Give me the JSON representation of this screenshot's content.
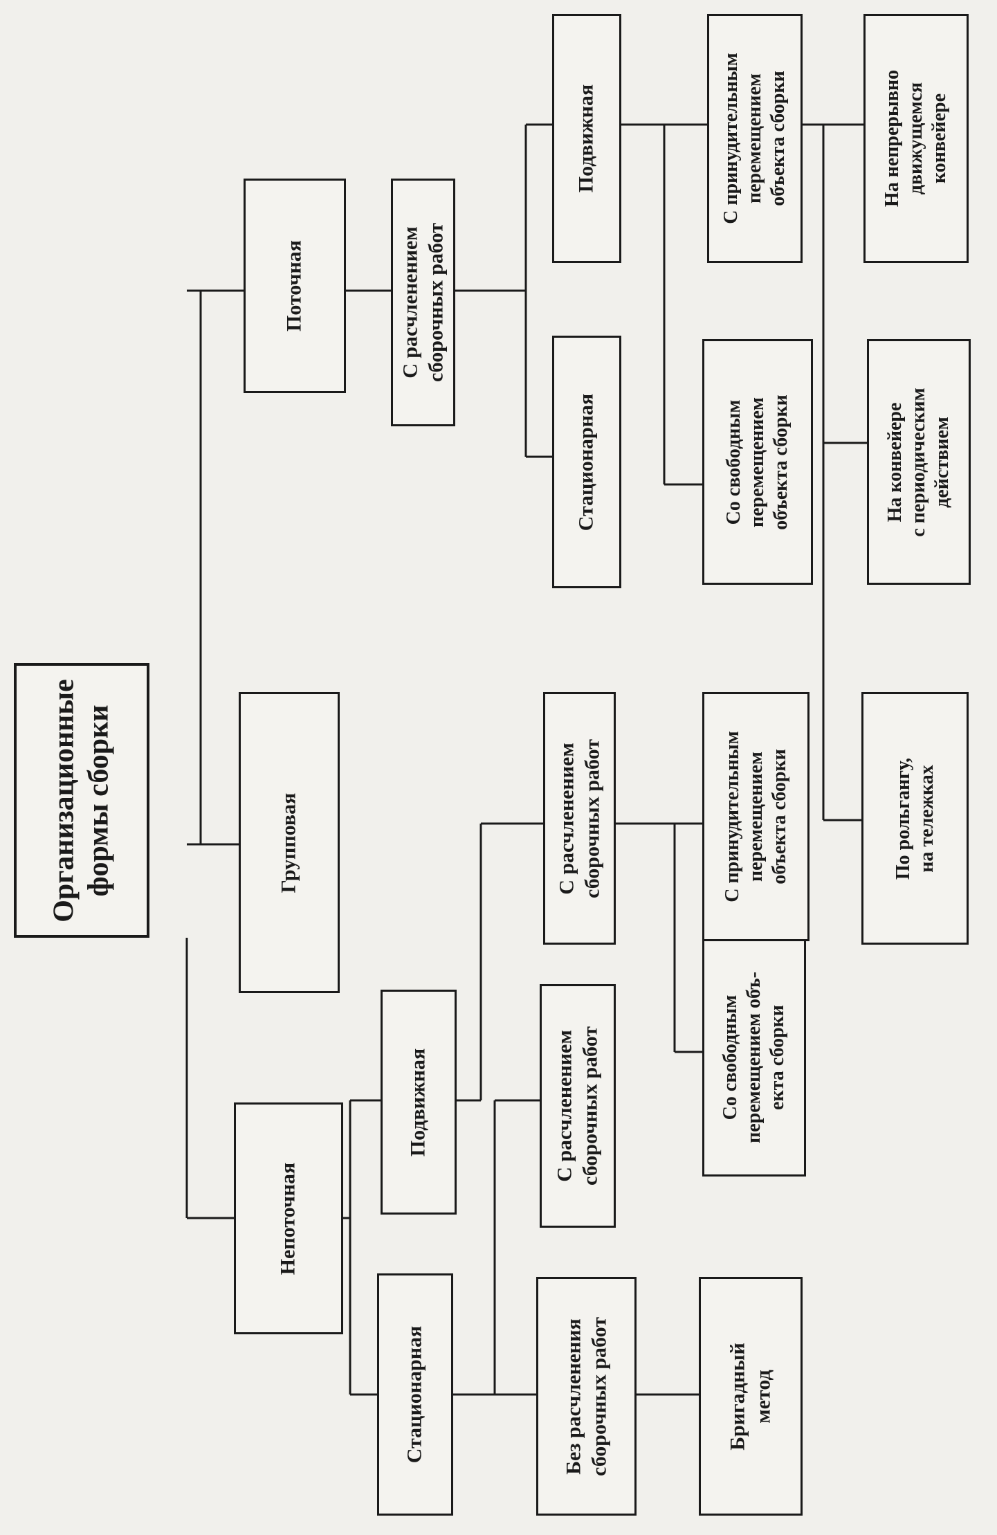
{
  "root": {
    "lines": [
      "Организационные",
      "формы сборки"
    ]
  },
  "level1": {
    "nonflow": {
      "lines": [
        "Непоточная"
      ]
    },
    "group": {
      "lines": [
        "Групповая"
      ]
    },
    "flow": {
      "lines": [
        "Поточная"
      ]
    }
  },
  "nonflow_children": {
    "stationary": {
      "lines": [
        "Стационарная"
      ]
    },
    "mobile": {
      "lines": [
        "Подвижная"
      ]
    }
  },
  "nonflow_stationary_children": {
    "without_division": {
      "lines": [
        "Без расчленения",
        "сборочных работ"
      ]
    },
    "with_division": {
      "lines": [
        "С расчленением",
        "сборочных работ"
      ]
    }
  },
  "nonflow_mobile_children": {
    "with_division": {
      "lines": [
        "С расчленением",
        "сборочных работ"
      ]
    }
  },
  "brigade": {
    "lines": [
      "Бригадный",
      "метод"
    ]
  },
  "free_movement_a": {
    "lines": [
      "Со свободным",
      "перемещением объ-",
      "екта сборки"
    ]
  },
  "forced_movement_a": {
    "lines": [
      "С принудительным",
      "перемещением",
      "объекта сборки"
    ]
  },
  "flow_children": {
    "with_division": {
      "lines": [
        "С расчленением",
        "сборочных работ"
      ]
    }
  },
  "flow_division_children": {
    "stationary": {
      "lines": [
        "Стационарная"
      ]
    },
    "mobile": {
      "lines": [
        "Подвижная"
      ]
    }
  },
  "free_movement_b": {
    "lines": [
      "Со свободным",
      "перемещением",
      "объекта сборки"
    ]
  },
  "forced_movement_b": {
    "lines": [
      "С принудительным",
      "перемещением",
      "объекта сборки"
    ]
  },
  "roller_conveyor": {
    "lines": [
      "По рольгангу,",
      "на тележках"
    ]
  },
  "periodic_conveyor": {
    "lines": [
      "На конвейере",
      "с периодическим",
      "действием"
    ]
  },
  "continuous_conveyor": {
    "lines": [
      "На непрерывно",
      "движущемся",
      "конвейере"
    ]
  },
  "colors": {
    "ink": "#1a1a1a",
    "paper": "#f1f0ec"
  }
}
